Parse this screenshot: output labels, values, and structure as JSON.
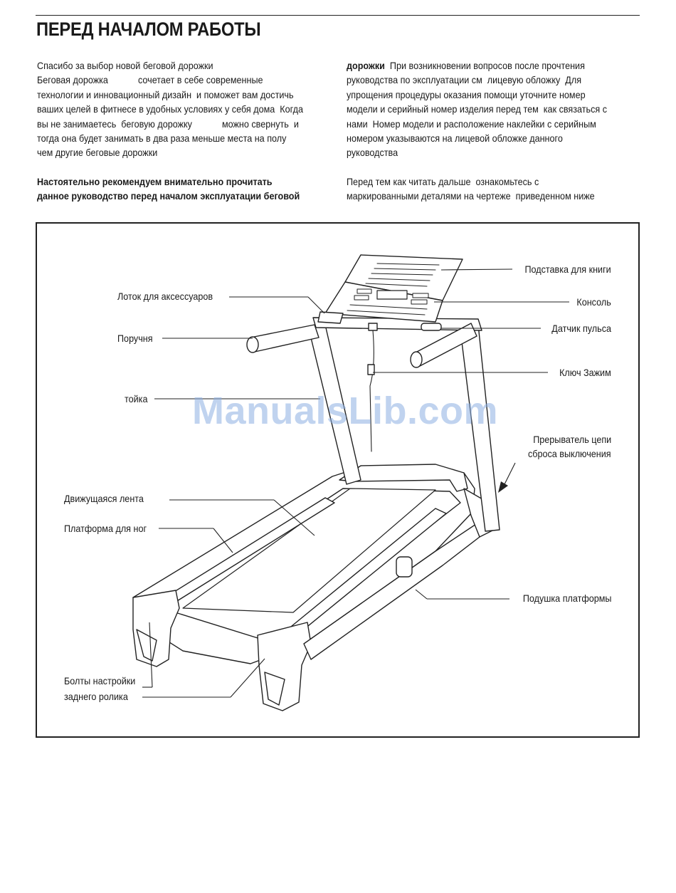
{
  "page": {
    "title": "ПЕРЕД НАЧАЛОМ РАБОТЫ",
    "intro_lines": [
      "Спасибо за выбор новой беговой дорожки",
      "Беговая дорожка            сочетает в себе современные",
      "технологии и инновационный дизайн  и поможет вам достичь",
      "ваших целей в фитнесе в удобных условиях у себя дома  Когда",
      "вы не занимаетесь  беговую дорожку            можно свернуть  и",
      "тогда она будет занимать в два раза меньше места на полу",
      "чем другие беговые дорожки"
    ],
    "warning_lines": [
      "Настоятельно рекомендуем внимательно прочитать",
      "данное руководство перед началом эксплуатации беговой"
    ],
    "warning_cont_bold": "дорожки",
    "right_first_line_rest": "  При возникновении вопросов после прочтения",
    "right_lines": [
      "руководства по эксплуатации см  лицевую обложку  Для",
      "упрощения процедуры оказания помощи уточните номер",
      "модели и серийный номер изделия перед тем  как связаться с",
      "нами  Номер модели и расположение наклейки с серийным",
      "номером указываются на лицевой обложке данного",
      "руководства"
    ],
    "note_lines": [
      "Перед тем как читать дальше  ознакомьтесь с",
      "маркированными деталями на чертеже  приведенном ниже"
    ]
  },
  "figure": {
    "labels": {
      "book_stand": "Подставка для книги",
      "accessory_tray": "Лоток для аксессуаров",
      "console": "Консоль",
      "handrail": "Поручня",
      "pulse_sensor": "Датчик пульса",
      "key_clip": "Ключ Зажим",
      "upright": "тойка",
      "circuit_breaker_1": "Прерыватель цепи",
      "circuit_breaker_2": "сброса выключения",
      "walking_belt": "Движущаяся лента",
      "foot_rail": "Платформа для ног",
      "platform_cushion": "Подушка платформы",
      "roller_bolts_1": "Болты настройки",
      "roller_bolts_2": "заднего ролика"
    },
    "watermark": "ManualsLib.com"
  }
}
